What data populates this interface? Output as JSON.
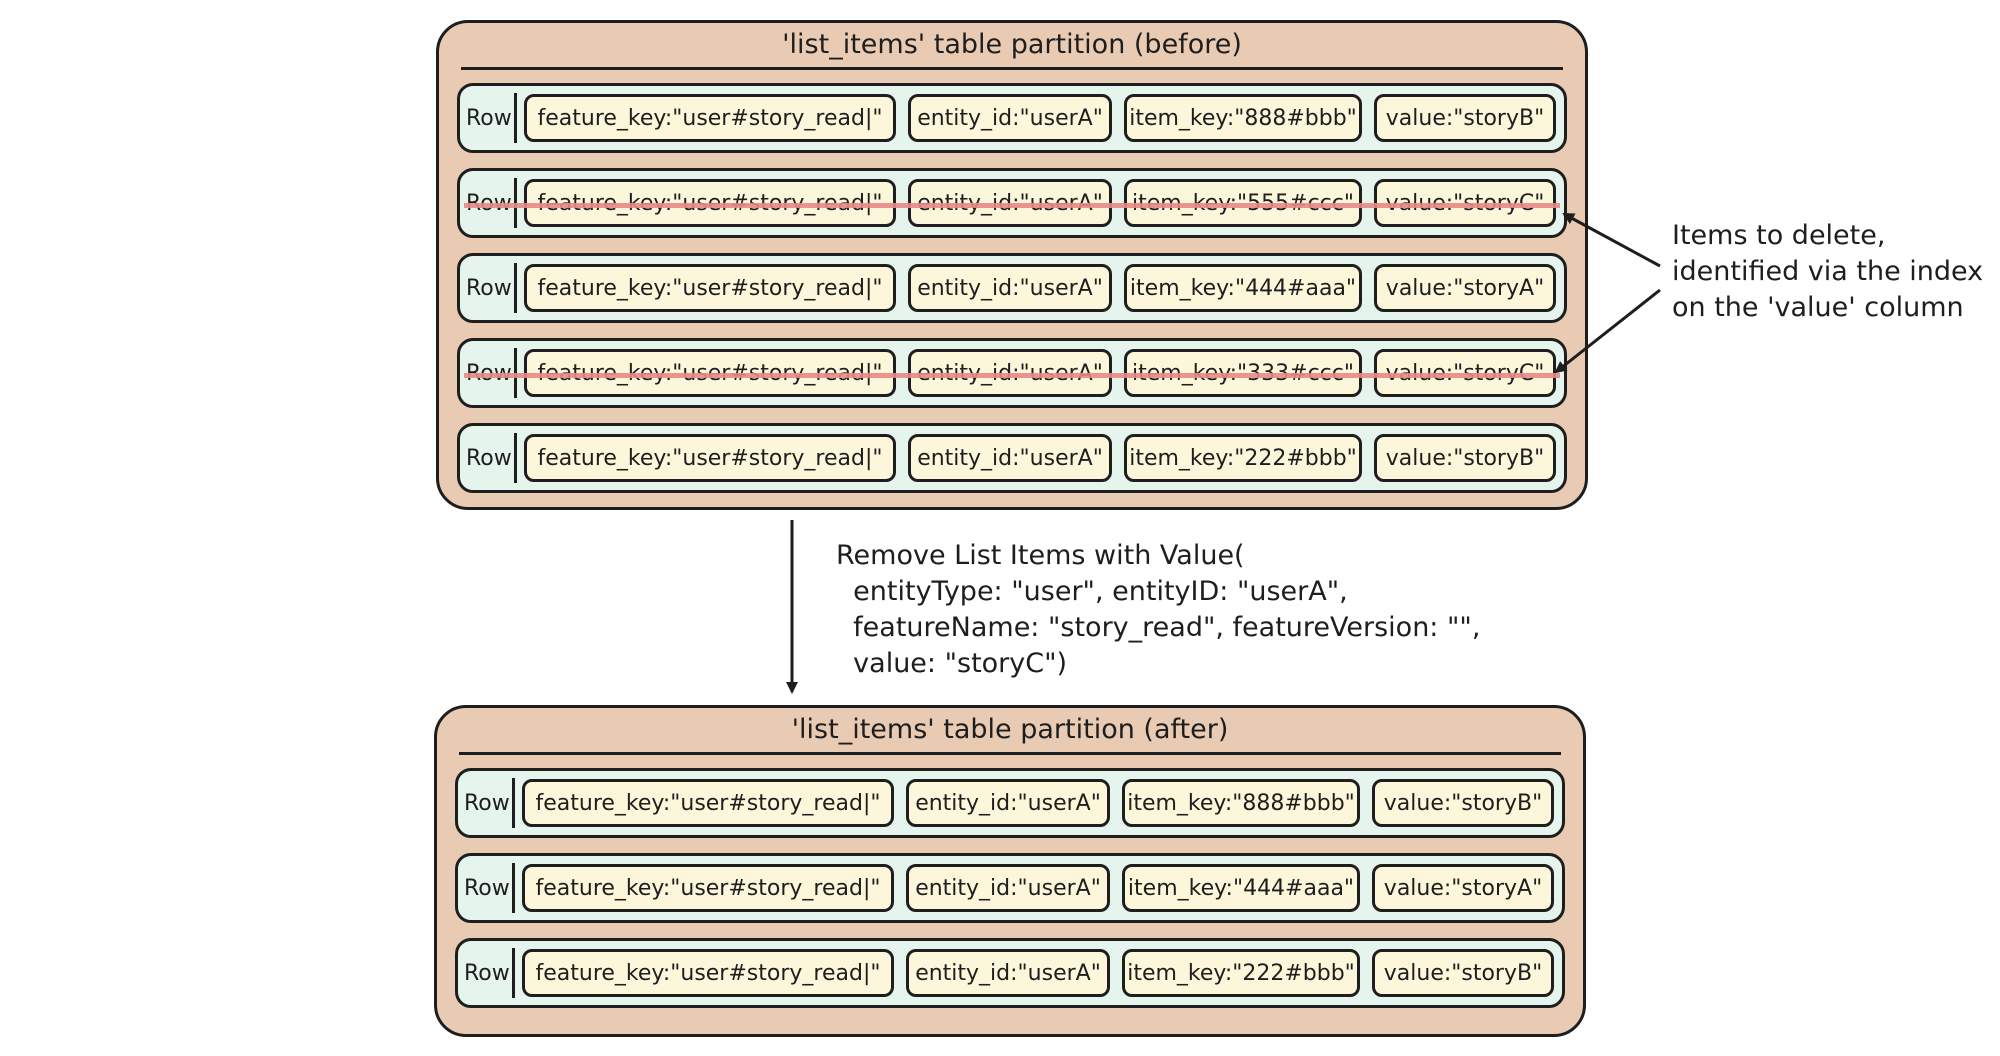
{
  "before": {
    "title": "'list_items' table partition (before)",
    "rows": [
      {
        "label": "Row",
        "feature_key": "feature_key:\"user#story_read|\"",
        "entity_id": "entity_id:\"userA\"",
        "item_key": "item_key:\"888#bbb\"",
        "value": "value:\"storyB\"",
        "deleted": false
      },
      {
        "label": "Row",
        "feature_key": "feature_key:\"user#story_read|\"",
        "entity_id": "entity_id:\"userA\"",
        "item_key": "item_key:\"555#ccc\"",
        "value": "value:\"storyC\"",
        "deleted": true
      },
      {
        "label": "Row",
        "feature_key": "feature_key:\"user#story_read|\"",
        "entity_id": "entity_id:\"userA\"",
        "item_key": "item_key:\"444#aaa\"",
        "value": "value:\"storyA\"",
        "deleted": false
      },
      {
        "label": "Row",
        "feature_key": "feature_key:\"user#story_read|\"",
        "entity_id": "entity_id:\"userA\"",
        "item_key": "item_key:\"333#ccc\"",
        "value": "value:\"storyC\"",
        "deleted": true
      },
      {
        "label": "Row",
        "feature_key": "feature_key:\"user#story_read|\"",
        "entity_id": "entity_id:\"userA\"",
        "item_key": "item_key:\"222#bbb\"",
        "value": "value:\"storyB\"",
        "deleted": false
      }
    ]
  },
  "after": {
    "title": "'list_items' table partition (after)",
    "rows": [
      {
        "label": "Row",
        "feature_key": "feature_key:\"user#story_read|\"",
        "entity_id": "entity_id:\"userA\"",
        "item_key": "item_key:\"888#bbb\"",
        "value": "value:\"storyB\""
      },
      {
        "label": "Row",
        "feature_key": "feature_key:\"user#story_read|\"",
        "entity_id": "entity_id:\"userA\"",
        "item_key": "item_key:\"444#aaa\"",
        "value": "value:\"storyA\""
      },
      {
        "label": "Row",
        "feature_key": "feature_key:\"user#story_read|\"",
        "entity_id": "entity_id:\"userA\"",
        "item_key": "item_key:\"222#bbb\"",
        "value": "value:\"storyB\""
      }
    ]
  },
  "delete_note": "Items to delete,\nidentified via the index\non the 'value' column",
  "operation": "Remove List Items with Value(\n  entityType: \"user\", entityID: \"userA\",\n  featureName: \"story_read\", featureVersion: \"\",\n  value: \"storyC\")",
  "colors": {
    "partition": "#e8cbb2",
    "row": "#e5f4ec",
    "cell": "#fcf6da",
    "strike": "#e88987",
    "ink": "#1e1e1e"
  }
}
